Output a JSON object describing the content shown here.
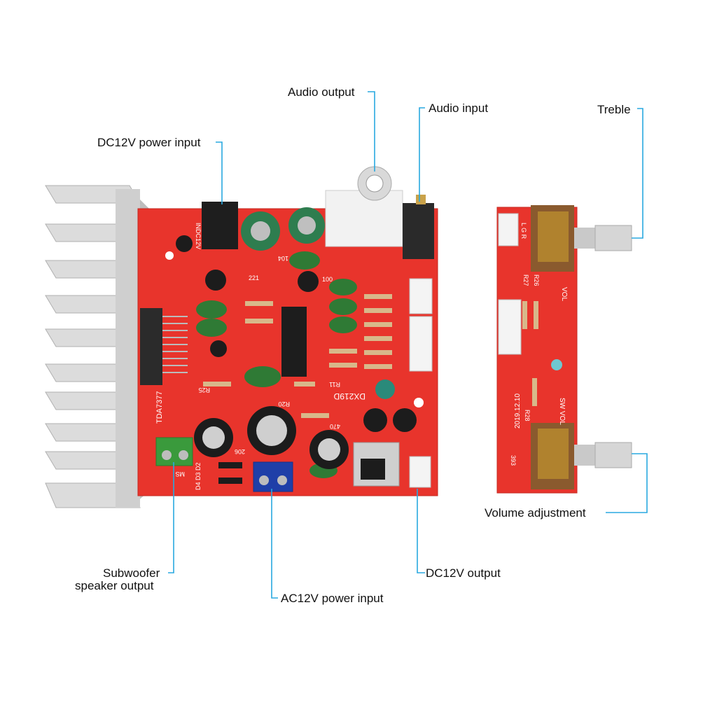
{
  "labels": {
    "audio_output": "Audio output",
    "audio_input": "Audio input",
    "treble": "Treble",
    "dc12v_power_input": "DC12V power input",
    "subwoofer_line1": "Subwoofer",
    "subwoofer_line2": "speaker output",
    "ac12v_power_input": "AC12V power input",
    "dc12v_output": "DC12V output",
    "volume_adjustment": "Volume adjustment"
  },
  "board_silkscreen": {
    "chip": "TDA7377",
    "model": "DX219D",
    "dc_jack": "INDC12V",
    "date": "2019.12.10",
    "vol": "VOL",
    "sw_vol": "SW VOL",
    "lgr": "L G R",
    "r27": "R27",
    "r26": "R26",
    "r28": "R28",
    "c393": "393",
    "c470": "470",
    "r11": "R11",
    "r20": "R20",
    "r25": "R25",
    "c206": "206",
    "c221": "221",
    "c100": "100",
    "c104": "104",
    "ms": "MS",
    "d2d3": "D4 D3 D2"
  },
  "colors": {
    "leader_line": "#29a9e0",
    "pcb_red": "#e8342c",
    "heatsink": "#d4d4d4",
    "terminal_blue": "#1f3fa8",
    "terminal_green": "#3a9a3c"
  }
}
